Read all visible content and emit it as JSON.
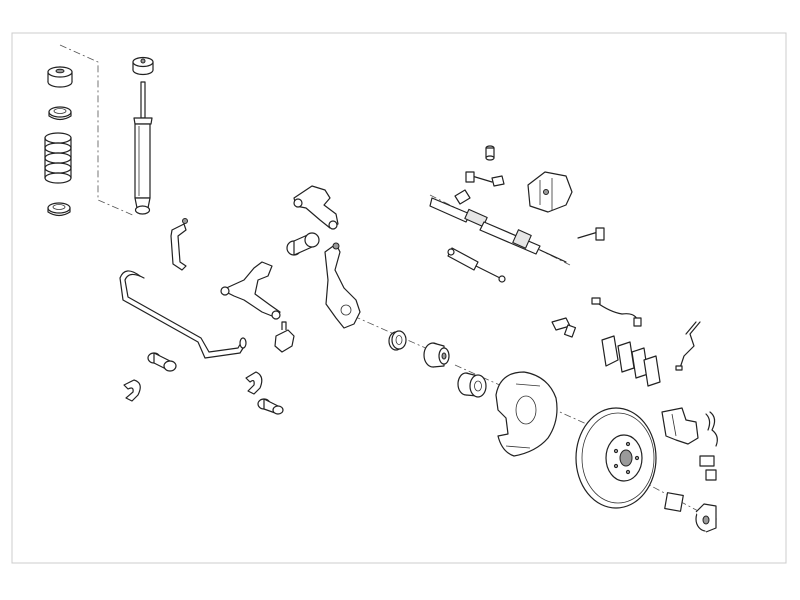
{
  "diagram": {
    "kind": "exploded-view",
    "subject_icon": "front-axle-suspension-assembly",
    "colors": {
      "line": "#222222",
      "fill": "#ffffff",
      "shade": "#e6e6e6",
      "frame": "#cccccc"
    },
    "parts": [
      "strut-top-mount",
      "strut-bearing",
      "coil-spring",
      "spring-seat",
      "strut-mount-nut",
      "shock-absorber",
      "stabilizer-link-bracket",
      "stabilizer-bar",
      "stabilizer-bushing",
      "bushing-clamp",
      "control-arm-bolt",
      "lower-control-arm",
      "ball-joint",
      "upper-control-arm",
      "control-arm-bushing",
      "steering-knuckle",
      "wheel-bearing",
      "wheel-hub",
      "hub-bearing-kit",
      "brake-dust-shield",
      "brake-disc",
      "steering-rack",
      "tie-rod-end",
      "steering-damper",
      "brake-caliper",
      "bleed-valve",
      "wear-sensor",
      "brake-pads",
      "abs-sensor",
      "brake-hose",
      "caliper-carrier",
      "caliper-pins",
      "caliper-bracket-mount",
      "caliper-housing"
    ]
  }
}
